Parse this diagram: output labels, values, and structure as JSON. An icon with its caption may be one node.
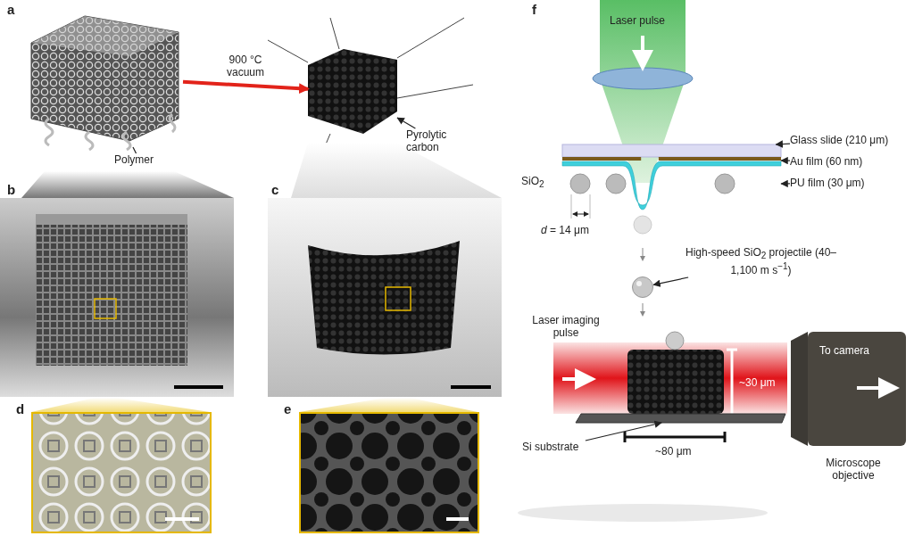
{
  "diagram": {
    "nodes": [
      {
        "text": [
          "Polymer"
        ]
      },
      {
        "text": [],
        "shape": "picture"
      },
      {
        "text": [
          "Pyrolytic carbon"
        ]
      },
      {
        "text": [],
        "shape": "picture"
      },
      {
        "text": [
          "Glass slide (210 μm)"
        ]
      },
      {
        "text": [],
        "shape": "bar"
      },
      {
        "text": [
          "Au film (60 nm)"
        ]
      },
      {
        "text": [],
        "shape": "bar"
      },
      {
        "text": [
          "PU film (30 μm)"
        ]
      },
      {
        "text": [],
        "shape": "bar"
      },
      {
        "text": [
          "High-speed SiO$_{2}$ projectile (40–1,100 m s$^{−1}$)"
        ]
      },
      {
        "text": [],
        "shape": "circle"
      },
      {
        "text": [
          "Si substrate"
        ]
      },
      {
        "text": [],
        "shape": "bar"
      }
    ],
    "edges": [
      {
        "from": 0,
        "to": 1,
        "arrow": "none"
      },
      {
        "from": 1,
        "to": 3,
        "arrow": "to",
        "label": "900 °C vacuum",
        "style": "thick",
        "color": "#e2231a"
      },
      {
        "from": 2,
        "to": 3,
        "arrow": "to"
      },
      {
        "from": 4,
        "to": 5,
        "arrow": "to"
      },
      {
        "from": 6,
        "to": 7,
        "arrow": "to"
      },
      {
        "from": 8,
        "to": 9,
        "arrow": "to"
      },
      {
        "from": 10,
        "to": 11,
        "arrow": "to"
      },
      {
        "from": 12,
        "to": 13,
        "arrow": "to"
      }
    ],
    "labels": [
      "a",
      "f",
      "Laser pulse",
      "SiO$_{2}$",
      "*d* = 14 μm",
      "b",
      "c",
      "Laser imaging pulse",
      "To camera",
      "~30 μm",
      "~80 μm",
      "Microscope objective",
      "d",
      "e"
    ]
  }
}
